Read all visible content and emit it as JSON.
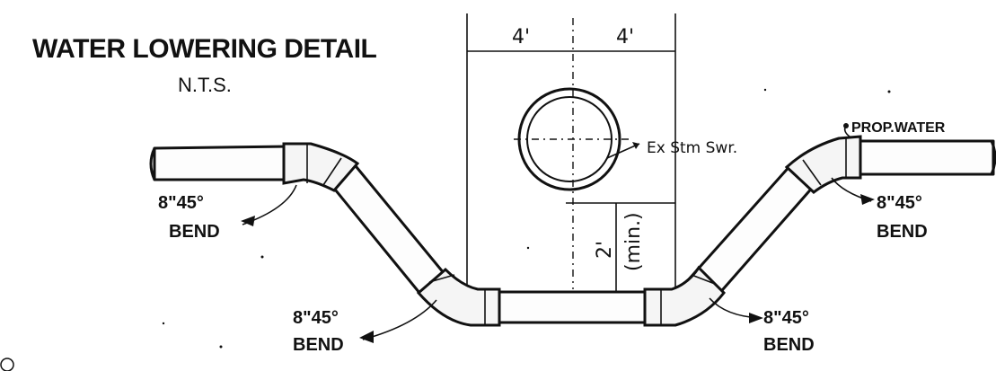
{
  "title": "WATER LOWERING DETAIL",
  "subtitle": "N.T.S.",
  "dimensions": {
    "left_width": "4'",
    "right_width": "4'",
    "vertical_clearance": "2'",
    "vertical_clearance_note": "(min.)"
  },
  "labels": {
    "existing_sewer": "Ex Stm Swr.",
    "proposed_water": "PROP.WATER",
    "bend_upper_left_line1": "8\"45°",
    "bend_upper_left_line2": "BEND",
    "bend_upper_right_line1": "8\"45°",
    "bend_upper_right_line2": "BEND",
    "bend_lower_left_line1": "8\"45°",
    "bend_lower_left_line2": "BEND",
    "bend_lower_right_line1": "8\"45°",
    "bend_lower_right_line2": "BEND"
  },
  "colors": {
    "ink": "#111111",
    "paper": "#ffffff"
  }
}
